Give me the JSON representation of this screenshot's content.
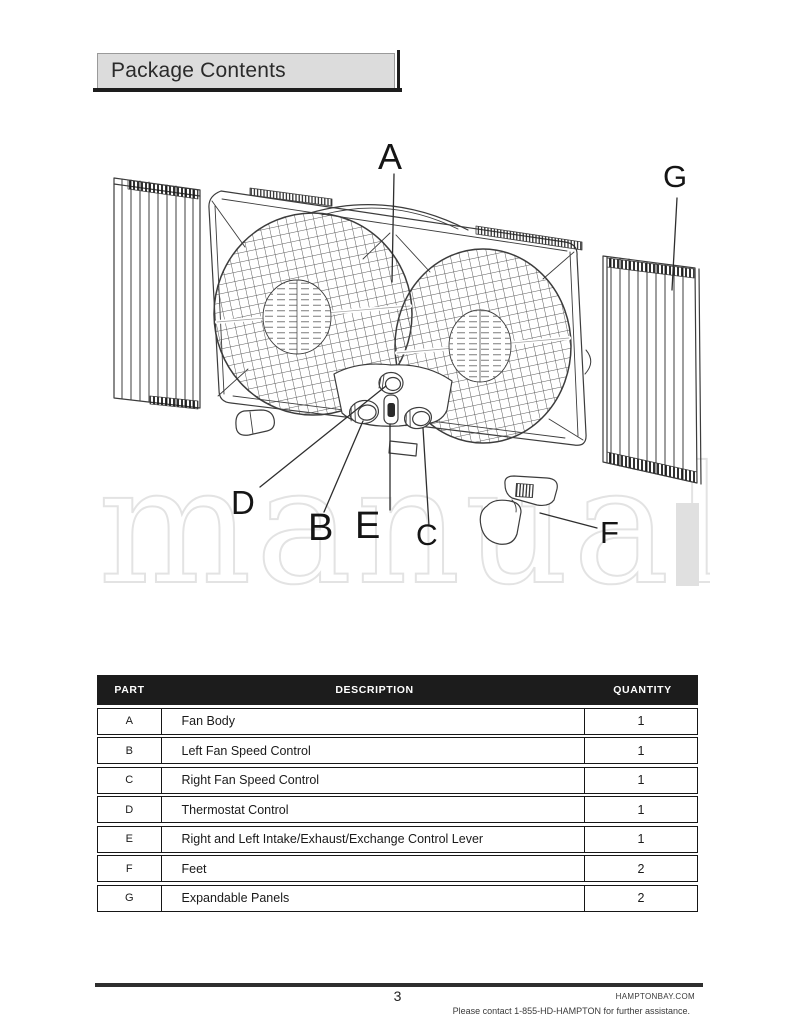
{
  "header": {
    "title": "Package Contents"
  },
  "diagram": {
    "watermark": "manual",
    "labels": {
      "a": "A",
      "b": "B",
      "c": "C",
      "d": "D",
      "e": "E",
      "f": "F",
      "g": "G"
    }
  },
  "table": {
    "headers": {
      "part": "PART",
      "description": "DESCRIPTION",
      "quantity": "QUANTITY"
    },
    "rows": [
      {
        "part": "A",
        "description": "Fan Body",
        "quantity": "1"
      },
      {
        "part": "B",
        "description": "Left Fan Speed Control",
        "quantity": "1"
      },
      {
        "part": "C",
        "description": "Right Fan Speed Control",
        "quantity": "1"
      },
      {
        "part": "D",
        "description": "Thermostat Control",
        "quantity": "1"
      },
      {
        "part": "E",
        "description": "Right and Left Intake/Exhaust/Exchange Control Lever",
        "quantity": "1"
      },
      {
        "part": "F",
        "description": "Feet",
        "quantity": "2"
      },
      {
        "part": "G",
        "description": "Expandable Panels",
        "quantity": "2"
      }
    ]
  },
  "footer": {
    "page_number": "3",
    "website": "HAMPTONBAY.COM",
    "support_text": "Please contact 1-855-HD-HAMPTON for further assistance."
  }
}
